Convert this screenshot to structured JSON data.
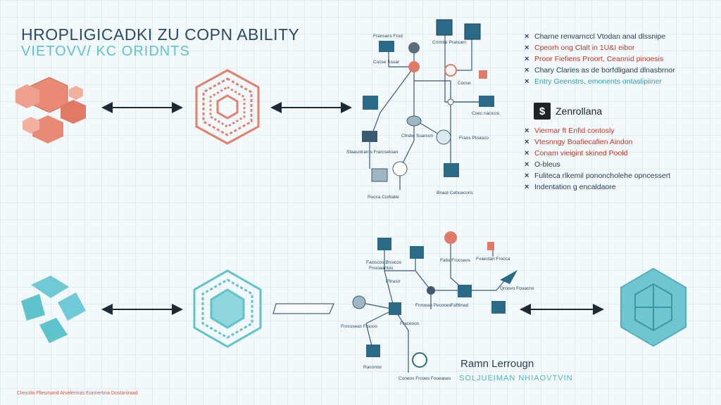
{
  "header": {
    "title": "HROPLIGICADKI ZU COPN ABILITY",
    "subtitle": "VIETOVV/ KC ORIDNTS"
  },
  "colors": {
    "coral": "#e07a66",
    "teal": "#5fc3cc",
    "navy": "#2b4a63",
    "red_text": "#c0392b",
    "teal_text": "#2aa3b5"
  },
  "top_flow": {
    "node_labels": [
      "Fransacs Frod",
      "Cocse Ssuar",
      "Crrmbe Pranuen",
      "Cocse",
      "Coec nacicos",
      "Sfaasntrarns Frarcsetoan",
      "Cfrsbe Suarcon",
      "Fraos Ptoasco",
      "Rucca Corbatie",
      "Bnaot Cebuacoris"
    ]
  },
  "bottom_flow": {
    "node_labels": [
      "Faciscos Bnsicos",
      "Fnooaantos",
      "Fatlo Frocseos",
      "Fvaectan Frocca",
      "Fftrasrr",
      "Qroovo Fouacno",
      "Fafttinad",
      "Fnrcsseas Frsooo",
      "Fraceoos",
      "Fnroeas Pecooes",
      "Racontor",
      "Coneos Frcoes Fooeases"
    ]
  },
  "right_panel": {
    "top_list": [
      {
        "text": "Charne renvarnccl Vtodan anal dlssnipe",
        "color": "#2b3e50"
      },
      {
        "text": "Cpeorh ong Clalt in 1U&I eibor",
        "color": "#c0392b"
      },
      {
        "text": "Proor Fiefiens Proort, Ceannid pinoesis",
        "color": "#c0392b"
      },
      {
        "text": "Chary Claries as de borfdligand dlnasbrnor",
        "color": "#2b3e50"
      },
      {
        "text": "Entry Geenstrs, emonents ontaslipiiner",
        "color": "#2aa3b5"
      }
    ],
    "brand": {
      "logo": "$",
      "name": "Zenrollana"
    },
    "bottom_list": [
      {
        "text": "Viermar ft Enfid contosly",
        "color": "#c0392b"
      },
      {
        "text": "Vtesnngy Boafiecafien Aindon",
        "color": "#c0392b"
      },
      {
        "text": "Conam vieigint skined Poold",
        "color": "#c0392b"
      },
      {
        "text": "O-bleus",
        "color": "#2b3e50"
      },
      {
        "text": "Fuliteca rlkemil pononcholehe opncessert",
        "color": "#2b3e50"
      },
      {
        "text": "Indentation g encaldaore",
        "color": "#2b3e50"
      }
    ]
  },
  "bottom_right": {
    "title": "Ramn Lerrougn",
    "subtitle": "SOLJUEIMAN NHIAOVTVIN"
  },
  "footer": {
    "text": "Clenctia Fllesmand Arveleniras Eonnertina Dostaniraad"
  }
}
